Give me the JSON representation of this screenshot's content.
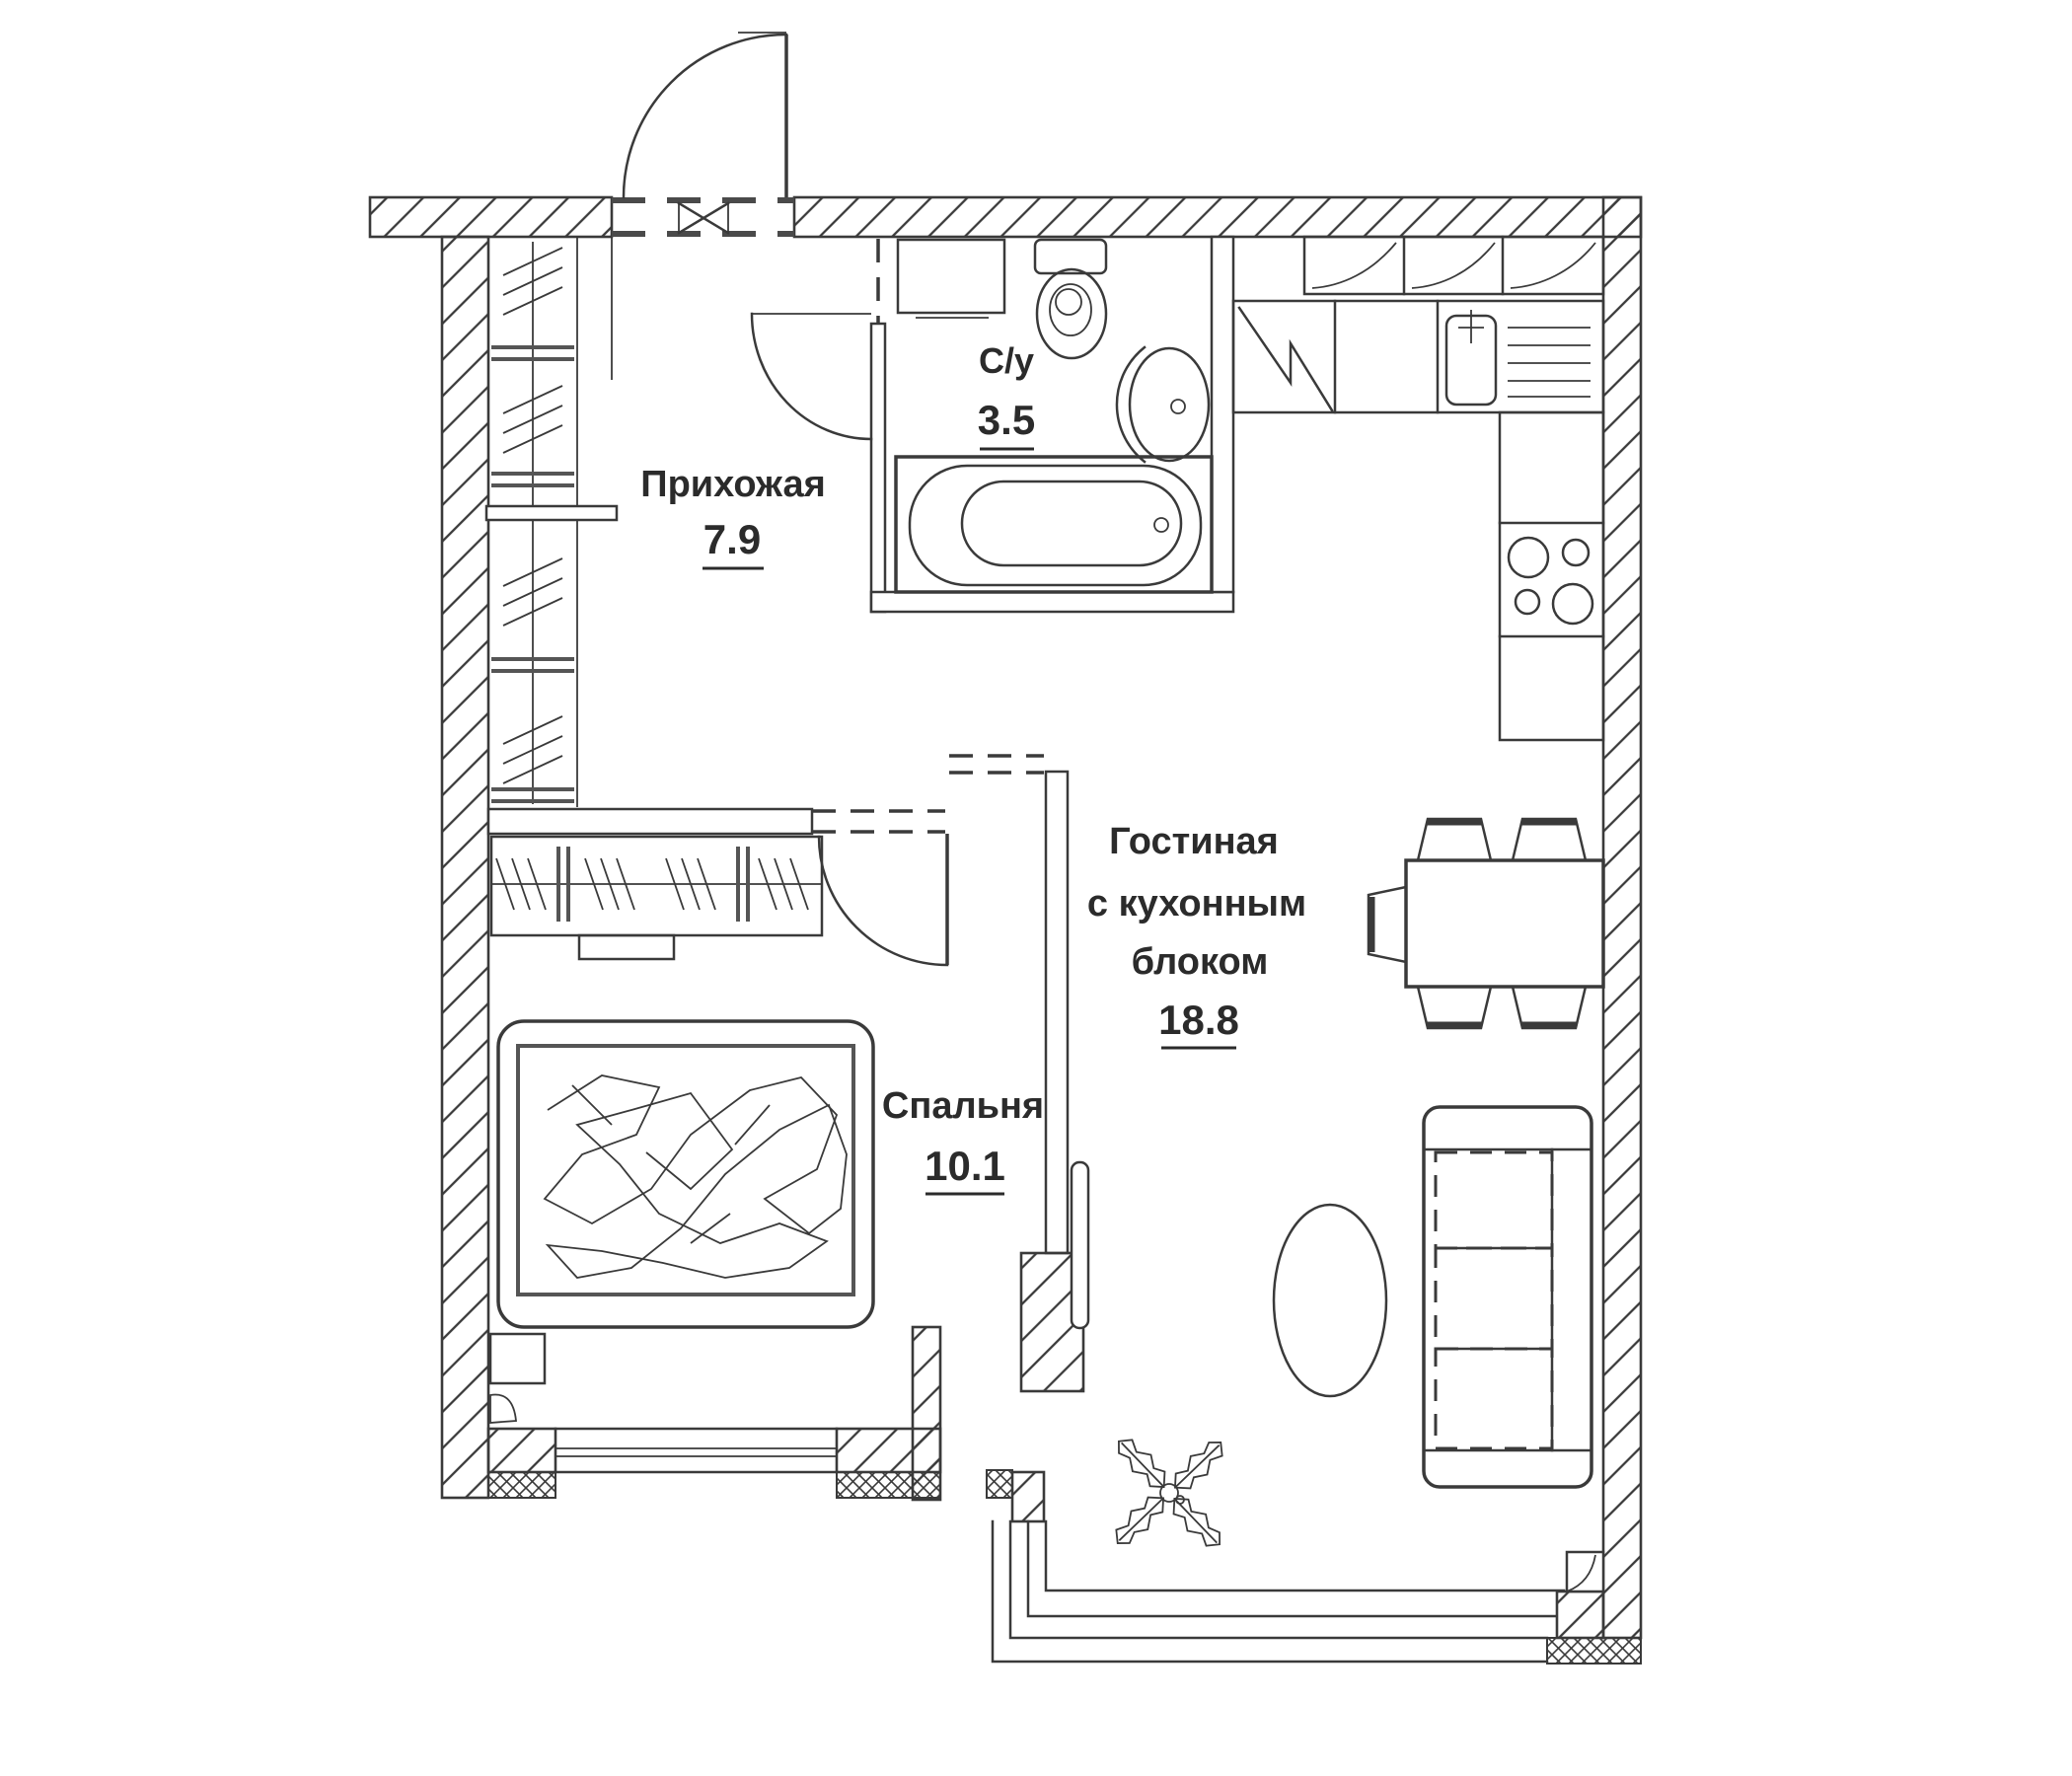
{
  "page": {
    "type": "apartment floor plan",
    "background_color": "#ffffff",
    "line_color": "#3a3a3a",
    "label_color": "#2b2b2b"
  },
  "rooms": {
    "hallway": {
      "name": "Прихожая",
      "area": "7.9"
    },
    "bathroom": {
      "name": "С/у",
      "area": "3.5"
    },
    "bedroom": {
      "name": "Спальня",
      "area": "10.1"
    },
    "living": {
      "name_line1": "Гостиная",
      "name_line2": "с кухонным",
      "name_line3": "блоком",
      "area": "18.8"
    }
  },
  "fixtures": [
    "entry-door-icon",
    "coat-closet-icon",
    "shelf-icon",
    "washing-machine-icon",
    "toilet-icon",
    "wash-basin-icon",
    "bathtub-icon",
    "upper-cabinets-icon",
    "refrigerator-icon",
    "kitchen-sink-icon",
    "drainboard-icon",
    "stove-icon",
    "kitchen-counter-icon",
    "dining-table-icon",
    "chair-icon",
    "sofa-icon",
    "rug-icon",
    "plant-icon",
    "bed-icon",
    "wardrobe-icon",
    "nightstand-icon",
    "floor-lamp-icon",
    "balcony-steps-icon"
  ]
}
